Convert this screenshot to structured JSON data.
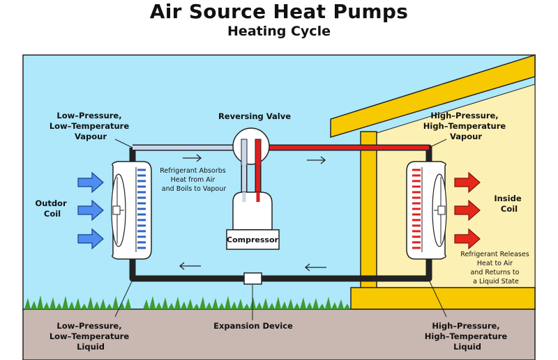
{
  "title": "Air Source Heat Pumps",
  "subtitle": "Heating Cycle",
  "labels": {
    "lp_vapour": [
      "Low–Pressure,",
      "Low–Temperature",
      "Vapour"
    ],
    "reversing_valve": "Reversing Valve",
    "hp_vapour": [
      "High–Pressure,",
      "High–Temperature",
      "Vapour"
    ],
    "absorbs": [
      "Refrigerant Absorbs",
      "Heat from Air",
      "and Boils to Vapour"
    ],
    "outdoor_coil": [
      "Outdor",
      "Coil"
    ],
    "compressor": "Compressor",
    "inside_coil": [
      "Inside",
      "Coil"
    ],
    "releases": [
      "Refrigerant Releases",
      "Heat to Air",
      "and Returns to",
      "a Liquid State"
    ],
    "lp_liquid": [
      "Low–Pressure,",
      "Low–Temperature",
      "Liquid"
    ],
    "expansion": "Expansion Device",
    "hp_liquid": [
      "High–Pressure,",
      "High–Temperature",
      "Liquid"
    ]
  },
  "colors": {
    "sky": "#aee8fa",
    "ground": "#c9b7b2",
    "house_frame": "#f7c900",
    "house_wall": "#fdf0b4",
    "hot_pipe": "#dd1f1f",
    "cold_pipe": "#2f63c8",
    "pale_pipe": "#c9d6ec",
    "warm_liquid": "#f2b3b3",
    "blue_arrow": "#4d8ef0",
    "red_arrow": "#e8271b"
  }
}
